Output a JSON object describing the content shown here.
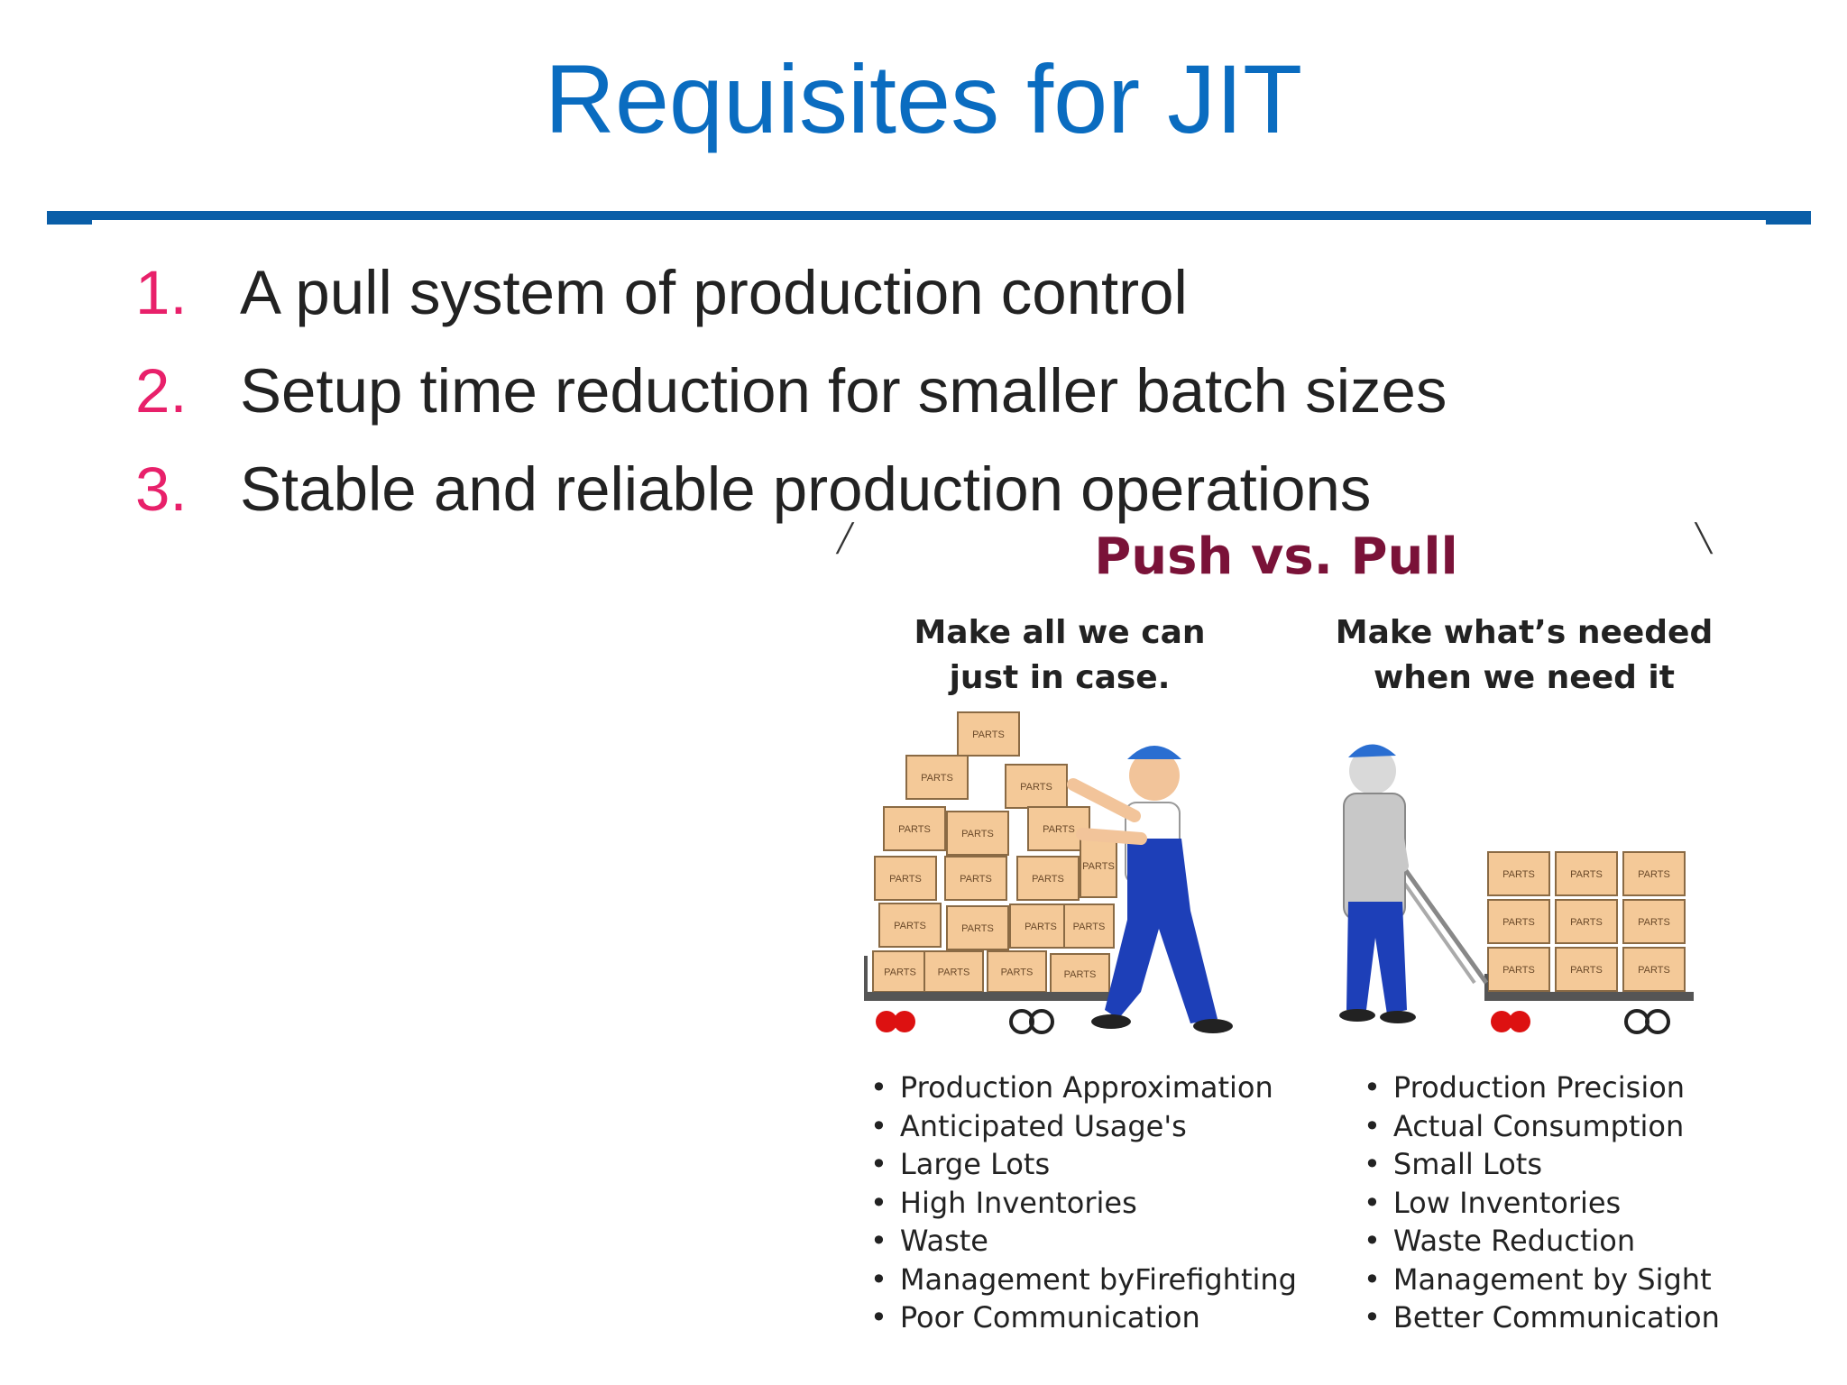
{
  "slide": {
    "title": "Requisites for JIT",
    "items": [
      {
        "num": "1.",
        "text": "A pull system of production control"
      },
      {
        "num": "2.",
        "text": "Setup time reduction for smaller batch sizes"
      },
      {
        "num": "3.",
        "text": "Stable and reliable production operations"
      }
    ]
  },
  "figure": {
    "title": "Push vs. Pull",
    "push": {
      "caption_line1": "Make all we can",
      "caption_line2": "just in case.",
      "bullets": [
        "Production Approximation",
        "Anticipated Usage's",
        "Large Lots",
        "High Inventories",
        "Waste",
        "Management byFirefighting",
        "Poor Communication"
      ]
    },
    "pull": {
      "caption_line1": "Make what’s needed",
      "caption_line2": "when we need it",
      "bullets": [
        "Production Precision",
        "Actual Consumption",
        "Small Lots",
        "Low Inventories",
        "Waste Reduction",
        "Management by Sight",
        "Better Communication"
      ]
    },
    "box_label": "PARTS"
  },
  "colors": {
    "title_blue": "#0a6cc0",
    "rule_blue": "#0a5ea8",
    "number_pink": "#e8206a",
    "figure_title": "#7a1238",
    "box_fill": "#f4c998",
    "overalls_blue": "#1d3fb8"
  }
}
